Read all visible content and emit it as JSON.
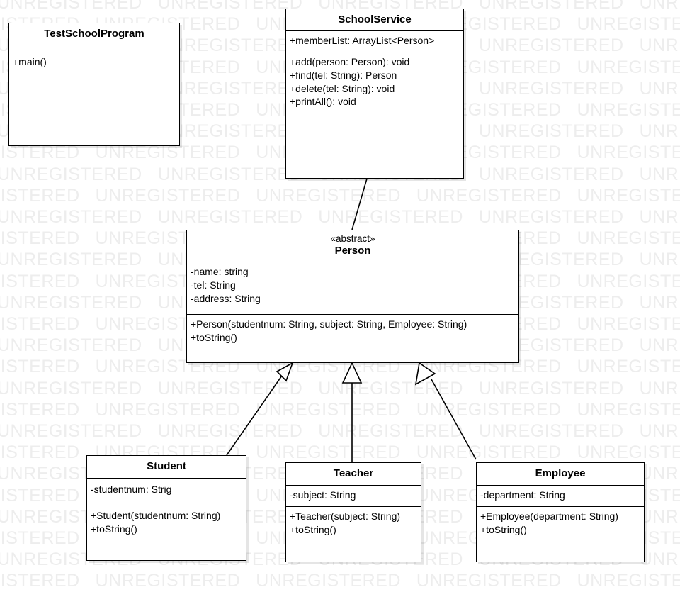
{
  "diagram": {
    "title": "School Management UML Class Diagram",
    "watermark_text": "UNREGISTERED",
    "background_color": "#ffffff",
    "line_color": "#000000",
    "watermark_color": "#ededed"
  },
  "classes": {
    "test_school_program": {
      "name": "TestSchoolProgram",
      "stereotype": "",
      "attributes": [],
      "operations": [
        "+main()"
      ]
    },
    "school_service": {
      "name": "SchoolService",
      "stereotype": "",
      "attributes": [
        "+memberList: ArrayList<Person>"
      ],
      "operations": [
        "+add(person: Person): void",
        "+find(tel: String): Person",
        "+delete(tel: String): void",
        "+printAll(): void"
      ]
    },
    "person": {
      "name": "Person",
      "stereotype": "«abstract»",
      "attributes": [
        "-name: string",
        "-tel: String",
        "-address: String"
      ],
      "operations": [
        "+Person(studentnum: String, subject: String, Employee: String)",
        "+toString()"
      ]
    },
    "student": {
      "name": "Student",
      "stereotype": "",
      "attributes": [
        "-studentnum: Strig"
      ],
      "operations": [
        "+Student(studentnum: String)",
        "+toString()"
      ]
    },
    "teacher": {
      "name": "Teacher",
      "stereotype": "",
      "attributes": [
        "-subject: String"
      ],
      "operations": [
        "+Teacher(subject: String)",
        "+toString()"
      ]
    },
    "employee": {
      "name": "Employee",
      "stereotype": "",
      "attributes": [
        "-department: String"
      ],
      "operations": [
        "+Employee(department: String)",
        "+toString()"
      ]
    }
  },
  "relationships": [
    {
      "id": "assoc-schoolservice-person",
      "type": "association",
      "from": "school_service",
      "to": "person",
      "label": ""
    },
    {
      "id": "gen-student-person",
      "type": "generalization",
      "from": "student",
      "to": "person",
      "label": ""
    },
    {
      "id": "gen-teacher-person",
      "type": "generalization",
      "from": "teacher",
      "to": "person",
      "label": ""
    },
    {
      "id": "gen-employee-person",
      "type": "generalization",
      "from": "employee",
      "to": "person",
      "label": ""
    }
  ]
}
